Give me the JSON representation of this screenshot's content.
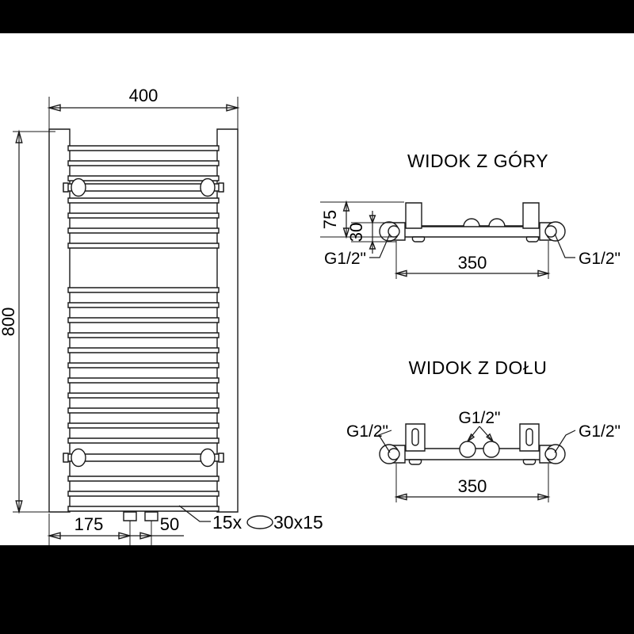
{
  "drawing": {
    "title_top_view": "WIDOK Z GÓRY",
    "title_bottom_view": "WIDOK Z DOŁU",
    "front_view": {
      "width_label": "400",
      "height_label": "800",
      "offset_label": "175",
      "spacing_label": "50",
      "tube_note": "15x",
      "tube_note_suffix": "30x15"
    },
    "top_view": {
      "depth_label": "75",
      "inner_depth_label": "30",
      "center_distance_label": "350",
      "thread_left": "G1/2\"",
      "thread_right": "G1/2\""
    },
    "bottom_view": {
      "center_distance_label": "350",
      "thread_left": "G1/2\"",
      "thread_center": "G1/2\"",
      "thread_right": "G1/2\""
    },
    "colors": {
      "line": "#1a1a1a",
      "background": "#ffffff",
      "letterbox": "#000000"
    }
  }
}
